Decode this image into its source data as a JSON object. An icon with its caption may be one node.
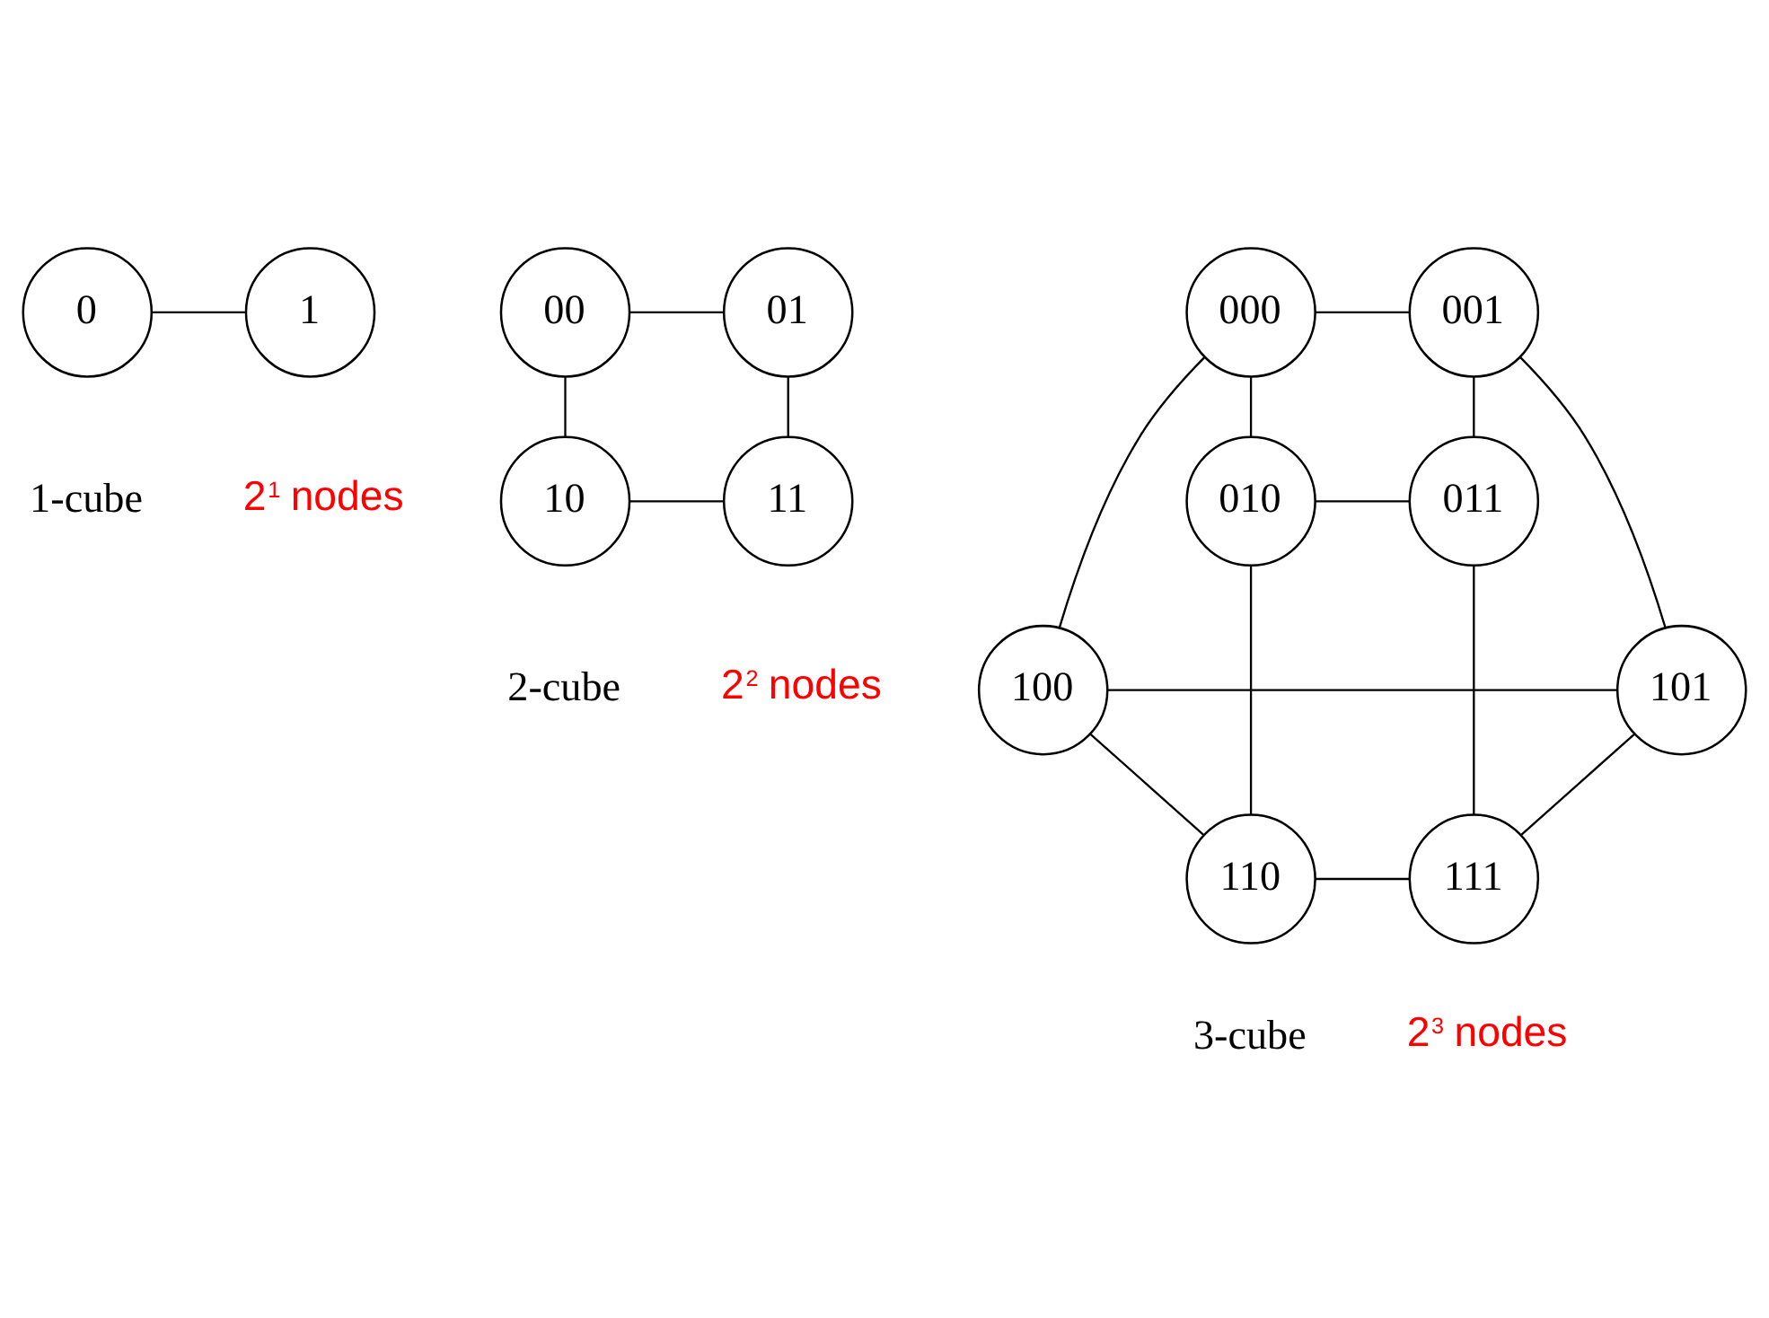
{
  "diagram": {
    "nodes": [
      {
        "text": [
          "0"
        ]
      },
      {
        "text": [
          "1"
        ]
      },
      {
        "text": [
          "00"
        ]
      },
      {
        "text": [
          "01"
        ]
      },
      {
        "text": [
          "10"
        ]
      },
      {
        "text": [
          "11"
        ]
      },
      {
        "text": [
          "000"
        ]
      },
      {
        "text": [
          "001"
        ]
      },
      {
        "text": [
          "010"
        ]
      },
      {
        "text": [
          "011"
        ]
      },
      {
        "text": [
          "100"
        ]
      },
      {
        "text": [
          "101"
        ]
      },
      {
        "text": [
          "110"
        ]
      },
      {
        "text": [
          "111"
        ]
      }
    ],
    "edges": [
      {
        "from": 0,
        "to": 1,
        "arrow": "none"
      },
      {
        "from": 2,
        "to": 3,
        "arrow": "none"
      },
      {
        "from": 2,
        "to": 4,
        "arrow": "none"
      },
      {
        "from": 3,
        "to": 5,
        "arrow": "none"
      },
      {
        "from": 4,
        "to": 5,
        "arrow": "none"
      },
      {
        "from": 6,
        "to": 7,
        "arrow": "none"
      },
      {
        "from": 6,
        "to": 8,
        "arrow": "none"
      },
      {
        "from": 6,
        "to": 10,
        "arrow": "none"
      },
      {
        "from": 7,
        "to": 9,
        "arrow": "none"
      },
      {
        "from": 7,
        "to": 11,
        "arrow": "none"
      },
      {
        "from": 8,
        "to": 9,
        "arrow": "none"
      },
      {
        "from": 8,
        "to": 12,
        "arrow": "none"
      },
      {
        "from": 9,
        "to": 13,
        "arrow": "none"
      },
      {
        "from": 10,
        "to": 11,
        "arrow": "none"
      },
      {
        "from": 10,
        "to": 12,
        "arrow": "none"
      },
      {
        "from": 11,
        "to": 13,
        "arrow": "none"
      },
      {
        "from": 12,
        "to": 13,
        "arrow": "none"
      }
    ],
    "labels": [
      "1-cube",
      "2$^{1}$ nodes",
      "2-cube",
      "2$^{2}$ nodes",
      "3-cube",
      "2$^{3}$ nodes"
    ]
  }
}
